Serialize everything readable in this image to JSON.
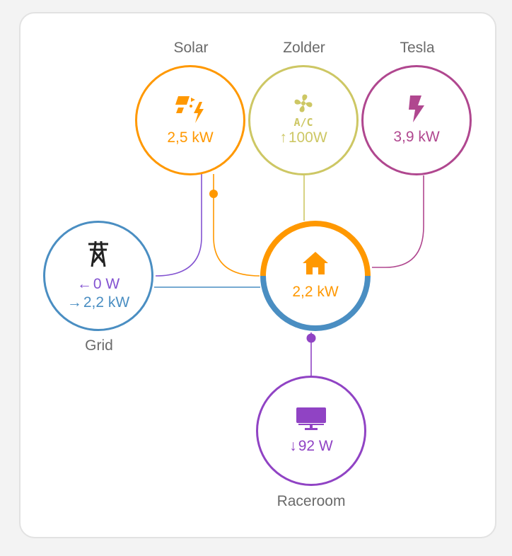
{
  "colors": {
    "solar": "#ff9800",
    "zolder": "#cdc764",
    "tesla": "#b0478f",
    "grid": "#4a8ec2",
    "grid_return": "#8353d1",
    "raceroom": "#9043c4",
    "label": "#6a6a6a"
  },
  "nodes": {
    "solar": {
      "name": "Solar",
      "value": "2,5 kW",
      "icon": "solar-power-icon"
    },
    "zolder": {
      "name": "Zolder",
      "value": "100W",
      "arrow": "↑",
      "icon": "air-conditioner-icon"
    },
    "tesla": {
      "name": "Tesla",
      "value": "3,9 kW",
      "icon": "lightning-bolt-icon"
    },
    "grid": {
      "name": "Grid",
      "return_value": "0 W",
      "return_arrow": "←",
      "consumption_value": "2,2 kW",
      "consumption_arrow": "→",
      "icon": "transmission-tower-icon"
    },
    "home": {
      "value": "2,2 kW",
      "icon": "home-icon"
    },
    "raceroom": {
      "name": "Raceroom",
      "value": "92 W",
      "arrow": "↓",
      "icon": "monitor-icon"
    }
  }
}
